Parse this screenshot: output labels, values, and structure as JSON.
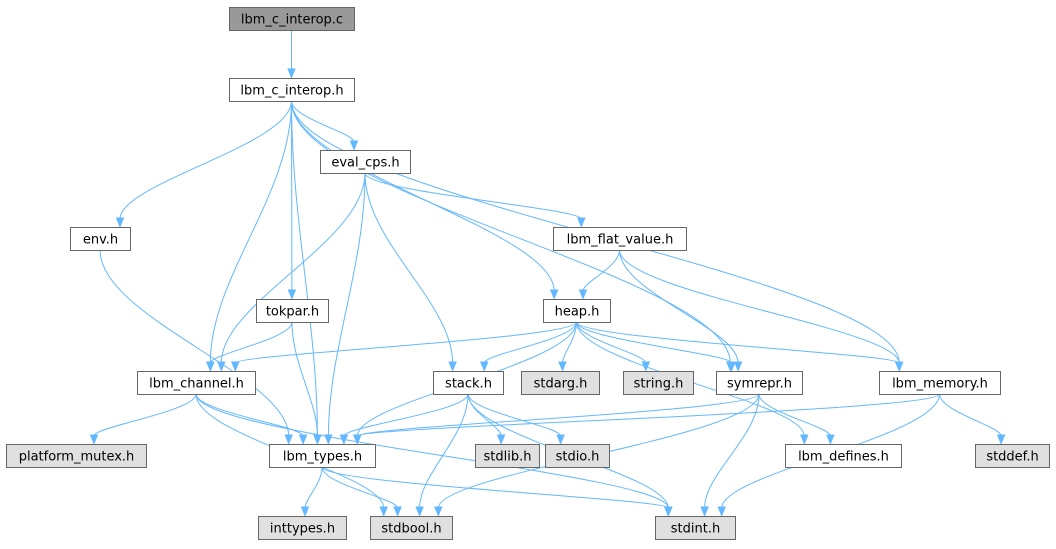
{
  "colors": {
    "root_fill": "#999999",
    "project_fill": "#ffffff",
    "system_fill": "#e0e0e0",
    "border": "#666666",
    "edge": "#63b8ff"
  },
  "nodes": [
    {
      "id": "lbm_c_interop_c",
      "label": "lbm_c_interop.c",
      "kind": "root"
    },
    {
      "id": "lbm_c_interop_h",
      "label": "lbm_c_interop.h",
      "kind": "project"
    },
    {
      "id": "eval_cps_h",
      "label": "eval_cps.h",
      "kind": "project"
    },
    {
      "id": "env_h",
      "label": "env.h",
      "kind": "project"
    },
    {
      "id": "lbm_flat_value_h",
      "label": "lbm_flat_value.h",
      "kind": "project"
    },
    {
      "id": "tokpar_h",
      "label": "tokpar.h",
      "kind": "project"
    },
    {
      "id": "heap_h",
      "label": "heap.h",
      "kind": "project"
    },
    {
      "id": "lbm_channel_h",
      "label": "lbm_channel.h",
      "kind": "project"
    },
    {
      "id": "stack_h",
      "label": "stack.h",
      "kind": "project"
    },
    {
      "id": "stdarg_h",
      "label": "stdarg.h",
      "kind": "system"
    },
    {
      "id": "string_h",
      "label": "string.h",
      "kind": "system"
    },
    {
      "id": "symrepr_h",
      "label": "symrepr.h",
      "kind": "project"
    },
    {
      "id": "lbm_memory_h",
      "label": "lbm_memory.h",
      "kind": "project"
    },
    {
      "id": "platform_mutex_h",
      "label": "platform_mutex.h",
      "kind": "system"
    },
    {
      "id": "lbm_types_h",
      "label": "lbm_types.h",
      "kind": "project"
    },
    {
      "id": "stdlib_h",
      "label": "stdlib.h",
      "kind": "system"
    },
    {
      "id": "stdio_h",
      "label": "stdio.h",
      "kind": "system"
    },
    {
      "id": "lbm_defines_h",
      "label": "lbm_defines.h",
      "kind": "project"
    },
    {
      "id": "stddef_h",
      "label": "stddef.h",
      "kind": "system"
    },
    {
      "id": "inttypes_h",
      "label": "inttypes.h",
      "kind": "system"
    },
    {
      "id": "stdbool_h",
      "label": "stdbool.h",
      "kind": "system"
    },
    {
      "id": "stdint_h",
      "label": "stdint.h",
      "kind": "system"
    }
  ],
  "edges": [
    [
      "lbm_c_interop_c",
      "lbm_c_interop_h"
    ],
    [
      "lbm_c_interop_h",
      "env_h"
    ],
    [
      "lbm_c_interop_h",
      "eval_cps_h"
    ],
    [
      "lbm_c_interop_h",
      "tokpar_h"
    ],
    [
      "lbm_c_interop_h",
      "lbm_channel_h"
    ],
    [
      "lbm_c_interop_h",
      "lbm_types_h"
    ],
    [
      "lbm_c_interop_h",
      "heap_h"
    ],
    [
      "lbm_c_interop_h",
      "symrepr_h"
    ],
    [
      "lbm_c_interop_h",
      "lbm_memory_h"
    ],
    [
      "eval_cps_h",
      "lbm_flat_value_h"
    ],
    [
      "eval_cps_h",
      "lbm_channel_h"
    ],
    [
      "eval_cps_h",
      "lbm_types_h"
    ],
    [
      "eval_cps_h",
      "stack_h"
    ],
    [
      "env_h",
      "lbm_types_h"
    ],
    [
      "lbm_flat_value_h",
      "heap_h"
    ],
    [
      "lbm_flat_value_h",
      "symrepr_h"
    ],
    [
      "lbm_flat_value_h",
      "lbm_memory_h"
    ],
    [
      "tokpar_h",
      "lbm_channel_h"
    ],
    [
      "tokpar_h",
      "lbm_types_h"
    ],
    [
      "heap_h",
      "lbm_channel_h"
    ],
    [
      "heap_h",
      "stack_h"
    ],
    [
      "heap_h",
      "stdarg_h"
    ],
    [
      "heap_h",
      "string_h"
    ],
    [
      "heap_h",
      "symrepr_h"
    ],
    [
      "heap_h",
      "lbm_memory_h"
    ],
    [
      "heap_h",
      "lbm_types_h"
    ],
    [
      "heap_h",
      "lbm_defines_h"
    ],
    [
      "lbm_channel_h",
      "platform_mutex_h"
    ],
    [
      "lbm_channel_h",
      "lbm_types_h"
    ],
    [
      "lbm_channel_h",
      "stdbool_h"
    ],
    [
      "lbm_channel_h",
      "stdint_h"
    ],
    [
      "stack_h",
      "lbm_types_h"
    ],
    [
      "stack_h",
      "stdlib_h"
    ],
    [
      "stack_h",
      "stdio_h"
    ],
    [
      "stack_h",
      "stdbool_h"
    ],
    [
      "stack_h",
      "stdint_h"
    ],
    [
      "symrepr_h",
      "lbm_types_h"
    ],
    [
      "symrepr_h",
      "lbm_defines_h"
    ],
    [
      "symrepr_h",
      "stdint_h"
    ],
    [
      "symrepr_h",
      "stdbool_h"
    ],
    [
      "lbm_memory_h",
      "lbm_types_h"
    ],
    [
      "lbm_memory_h",
      "stddef_h"
    ],
    [
      "lbm_memory_h",
      "stdint_h"
    ],
    [
      "lbm_types_h",
      "inttypes_h"
    ],
    [
      "lbm_types_h",
      "stdbool_h"
    ],
    [
      "lbm_types_h",
      "stdint_h"
    ]
  ]
}
